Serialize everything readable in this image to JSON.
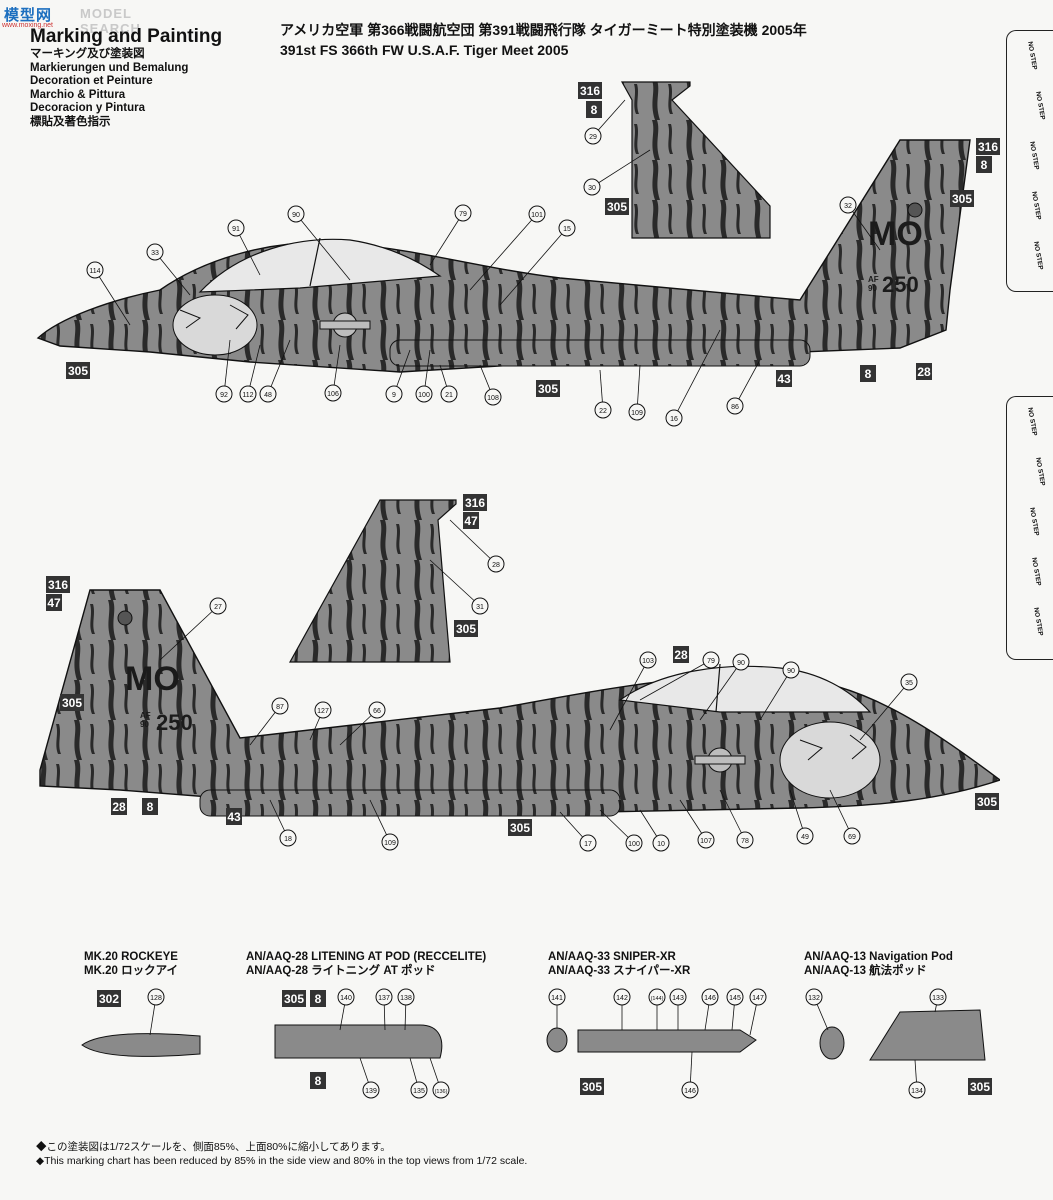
{
  "watermark": {
    "logo": "模型网",
    "search": "MODEL SEARCH",
    "url": "www.moxing.net"
  },
  "header": {
    "main": "Marking and Painting",
    "jp": "マーキング及び塗装図",
    "de": "Markierungen und Bemalung",
    "fr": "Decoration et Peinture",
    "it": "Marchio & Pittura",
    "es": "Decoracion y Pintura",
    "cn": "標貼及著色指示"
  },
  "title": {
    "jp": "アメリカ空軍 第366戦闘航空団 第391戦闘飛行隊 タイガーミート特別塗装機 2005年",
    "en": "391st FS 366th FW U.S.A.F. Tiger Meet 2005"
  },
  "aircraft": {
    "tail_code": "MO",
    "serial": "250",
    "af": "AF",
    "year": "90"
  },
  "colors": {
    "body": "#8a8a8a",
    "stripe": "#2a2a2a",
    "box": "#333333",
    "bg": "#f7f7f5"
  },
  "boxes_top": [
    "316",
    "8",
    "305",
    "316",
    "8",
    "305",
    "305",
    "305",
    "43",
    "8",
    "28"
  ],
  "circles_top": [
    "114",
    "33",
    "91",
    "90",
    "79",
    "101",
    "15",
    "29",
    "30",
    "32",
    "92",
    "112",
    "48",
    "106",
    "9",
    "100",
    "21",
    "108",
    "22",
    "109",
    "16",
    "86"
  ],
  "boxes_bottom": [
    "316",
    "47",
    "305",
    "316",
    "47",
    "305",
    "28",
    "8",
    "43",
    "305",
    "28",
    "305"
  ],
  "circles_bottom": [
    "28",
    "31",
    "27",
    "87",
    "127",
    "66",
    "103",
    "79",
    "90",
    "90",
    "35",
    "18",
    "109",
    "17",
    "100",
    "10",
    "107",
    "78",
    "49",
    "69"
  ],
  "pods": [
    {
      "en": "MK.20 ROCKEYE",
      "jp": "MK.20 ロックアイ",
      "boxes": [
        "302"
      ],
      "circles": [
        "128"
      ]
    },
    {
      "en": "AN/AAQ-28 LITENING AT POD (RECCELITE)",
      "jp": "AN/AAQ-28 ライトニング AT ポッド",
      "boxes": [
        "305",
        "8",
        "8"
      ],
      "circles": [
        "140",
        "137",
        "138",
        "139",
        "135",
        "(136)"
      ]
    },
    {
      "en": "AN/AAQ-33 SNIPER-XR",
      "jp": "AN/AAQ-33 スナイパー-XR",
      "boxes": [
        "305"
      ],
      "circles": [
        "141",
        "142",
        "(144)",
        "143",
        "146",
        "145",
        "147",
        "146"
      ]
    },
    {
      "en": "AN/AAQ-13 Navigation Pod",
      "jp": "AN/AAQ-13 航法ポッド",
      "boxes": [
        "305"
      ],
      "circles": [
        "132",
        "133",
        "134"
      ]
    }
  ],
  "footnote": {
    "jp": "◆この塗装図は1/72スケールを、側面85%、上面80%に縮小してあります。",
    "en": "◆This marking chart has been reduced by 85% in the side view and 80% in the top views from 1/72 scale."
  },
  "tab_text": "NO STEP"
}
